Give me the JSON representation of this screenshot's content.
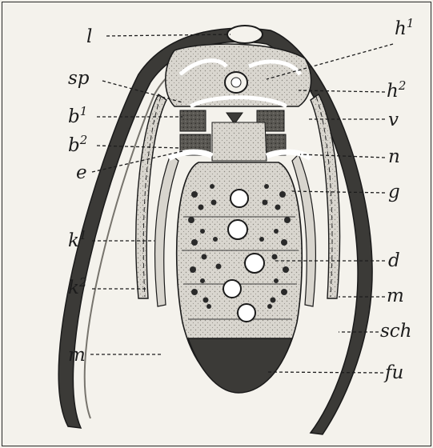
{
  "figure": {
    "labels": {
      "l": {
        "base": "l",
        "sup": ""
      },
      "h1": {
        "base": "h",
        "sup": "1"
      },
      "sp": {
        "base": "sp",
        "sup": ""
      },
      "h2": {
        "base": "h",
        "sup": "2"
      },
      "b1": {
        "base": "b",
        "sup": "1"
      },
      "v": {
        "base": "v",
        "sup": ""
      },
      "b2": {
        "base": "b",
        "sup": "2"
      },
      "n": {
        "base": "n",
        "sup": ""
      },
      "e": {
        "base": "e",
        "sup": ""
      },
      "g": {
        "base": "g",
        "sup": ""
      },
      "k1": {
        "base": "k",
        "sup": "1"
      },
      "d": {
        "base": "d",
        "sup": ""
      },
      "k2": {
        "base": "k",
        "sup": "2"
      },
      "m_right": {
        "base": "m",
        "sup": ""
      },
      "sch": {
        "base": "sch",
        "sup": ""
      },
      "m_left": {
        "base": "m",
        "sup": ""
      },
      "fu": {
        "base": "fu",
        "sup": ""
      }
    }
  }
}
